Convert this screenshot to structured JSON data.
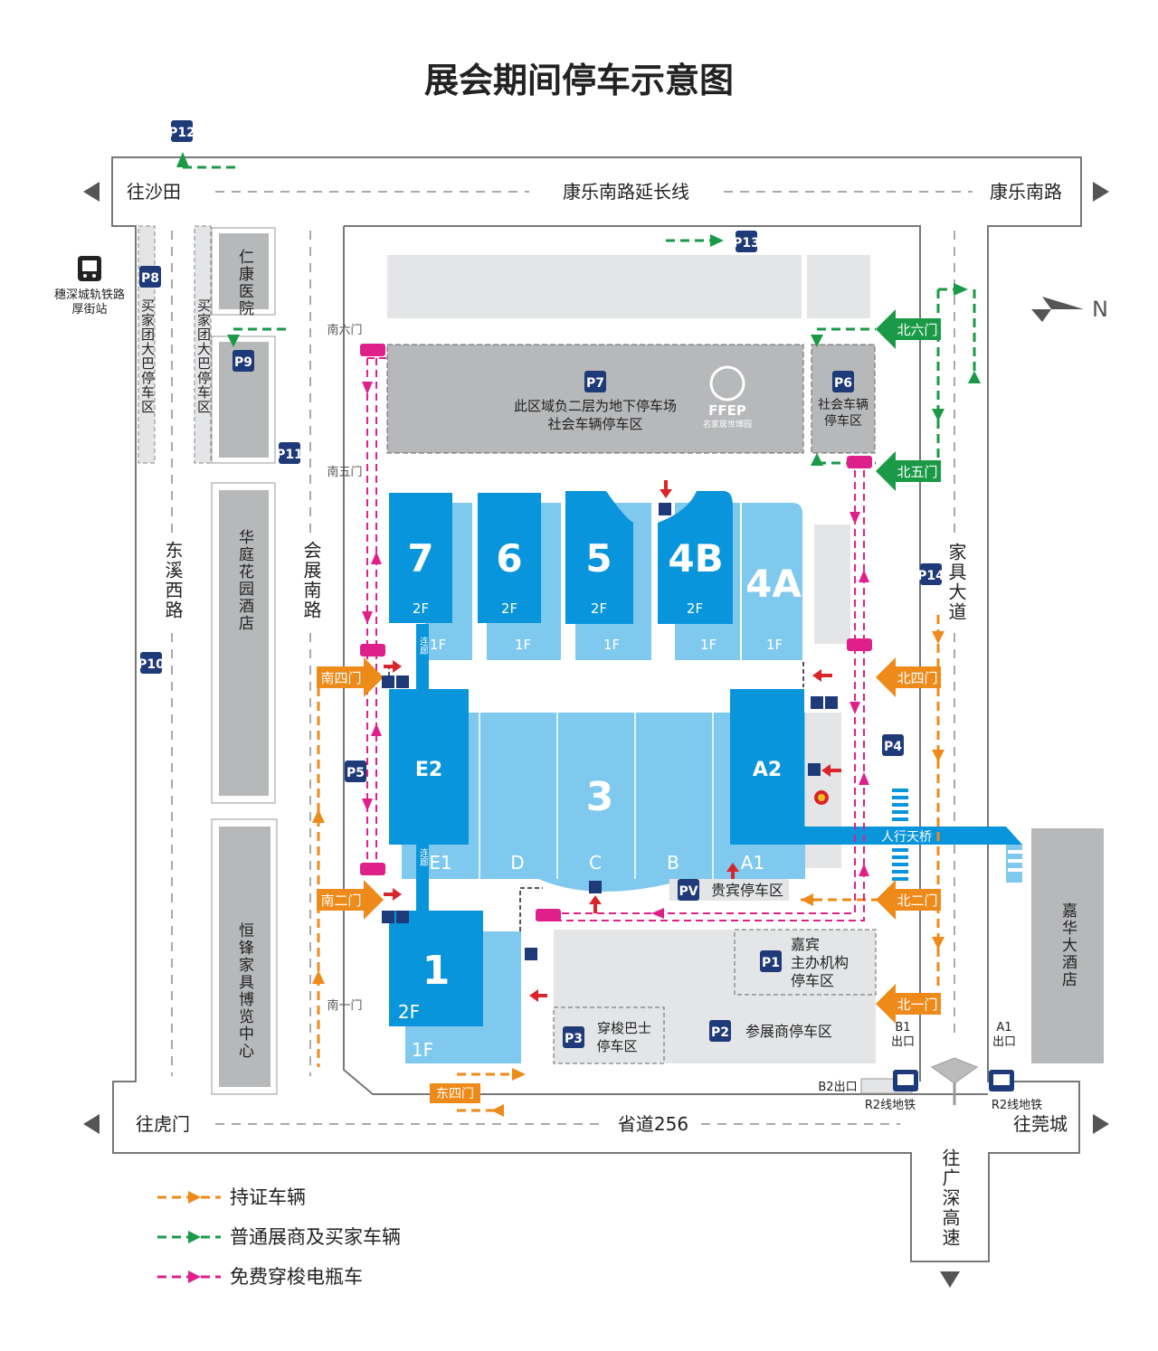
{
  "title": "展会期间停车示意图",
  "roads": {
    "north": "康乐南路延长线",
    "north_left": "往沙田",
    "north_right": "康乐南路",
    "south": "省道256",
    "south_left": "往虎门",
    "south_right": "往莞城",
    "west1": "东溪西路",
    "west2": "会展南路",
    "east": "家具大道",
    "exit_south": "往广深高速"
  },
  "north_label": "N",
  "metro": {
    "name": "穗深城轨铁路",
    "station": "厚街站",
    "b2_exit": "B2出口",
    "b1_exit": "B1",
    "b1_sub": "出口",
    "a1_exit": "A1",
    "a1_sub": "出口",
    "r2_line": "R2线地铁"
  },
  "buildings": {
    "renkang": "仁康医院",
    "huating": "华庭花园酒店",
    "hengfeng": "恒锋家具博览中心",
    "jiahua": "嘉华大酒店",
    "bus_lot_1": "买家团大巴停车区",
    "bus_lot_2": "买家团大巴停车区"
  },
  "parking": {
    "p1": "P1",
    "p1_label_1": "嘉宾",
    "p1_label_2": "主办机构",
    "p1_label_3": "停车区",
    "p2": "P2",
    "p2_label": "参展商停车区",
    "p3": "P3",
    "p3_label_1": "穿梭巴士",
    "p3_label_2": "停车区",
    "p4": "P4",
    "p5": "P5",
    "p6": "P6",
    "p6_label_1": "社会车辆",
    "p6_label_2": "停车区",
    "p7": "P7",
    "p7_label_1": "此区域负二层为地下停车场",
    "p7_label_2": "社会车辆停车区",
    "p8": "P8",
    "p9": "P9",
    "p10": "P10",
    "p11": "P11",
    "p12": "P12",
    "p13": "P13",
    "p14": "P14",
    "pv": "PV",
    "pv_label": "贵宾停车区"
  },
  "halls": {
    "h7": "7",
    "h6": "6",
    "h5": "5",
    "h4b": "4B",
    "h4a": "4A",
    "e2": "E2",
    "e1": "E1",
    "d": "D",
    "c": "C",
    "b": "B",
    "a1": "A1",
    "a2": "A2",
    "h3": "3",
    "h1": "1",
    "f2": "2F",
    "f1": "1F",
    "corridor": "连廊",
    "skybridge": "人行天桥"
  },
  "ffep": {
    "name": "FFEP",
    "cn": "名家居世博园"
  },
  "gates": {
    "south1": "南一门",
    "south2": "南二门",
    "south4": "南四门",
    "south5": "南五门",
    "south6": "南六门",
    "north1": "北一门",
    "north2": "北二门",
    "north4": "北四门",
    "north5": "北五门",
    "north6": "北六门",
    "east4": "东四门"
  },
  "legend": [
    {
      "label": "持证车辆",
      "color": "#ee8a1a"
    },
    {
      "label": "普通展商及买家车辆",
      "color": "#1a9a46"
    },
    {
      "label": "免费穿梭电瓶车",
      "color": "#e0208a"
    }
  ],
  "colors": {
    "hall_dark": "#0995db",
    "hall_light": "#7fc9ef",
    "navy": "#1e3a78",
    "orange": "#ee8a1a",
    "green": "#1a9a46",
    "magenta": "#e0208a",
    "red": "#d9252a",
    "gray_dark": "#b7b8ba",
    "gray_light": "#e3e5e7"
  }
}
